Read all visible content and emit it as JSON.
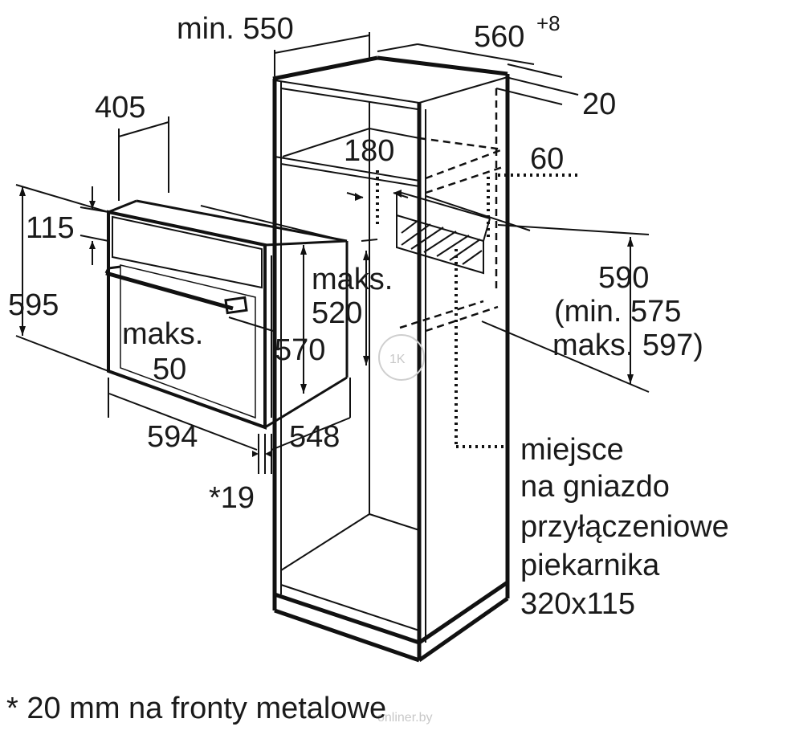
{
  "dimensions": {
    "min_550": "min. 550",
    "d560": "560",
    "d560_sup": "+8",
    "d20": "20",
    "d405": "405",
    "d180": "180",
    "d60": "60",
    "d115": "115",
    "d595": "595",
    "maks_520_line1": "maks.",
    "maks_520_line2": "520",
    "d590": "590",
    "d590_min": "(min. 575",
    "d590_max": "maks. 597)",
    "maks_50_line1": "maks.",
    "maks_50_line2": "50",
    "d570": "570",
    "d594": "594",
    "d548": "548",
    "d19": "*19"
  },
  "socket_note": {
    "line1": "miejsce",
    "line2": "na gniazdo",
    "line3": "przyłączeniowe",
    "line4": "piekarnika",
    "line5": "320x115"
  },
  "footnote": "* 20 mm na fronty metalowe",
  "watermark": {
    "logo": "1K",
    "text": "onliner.by"
  }
}
